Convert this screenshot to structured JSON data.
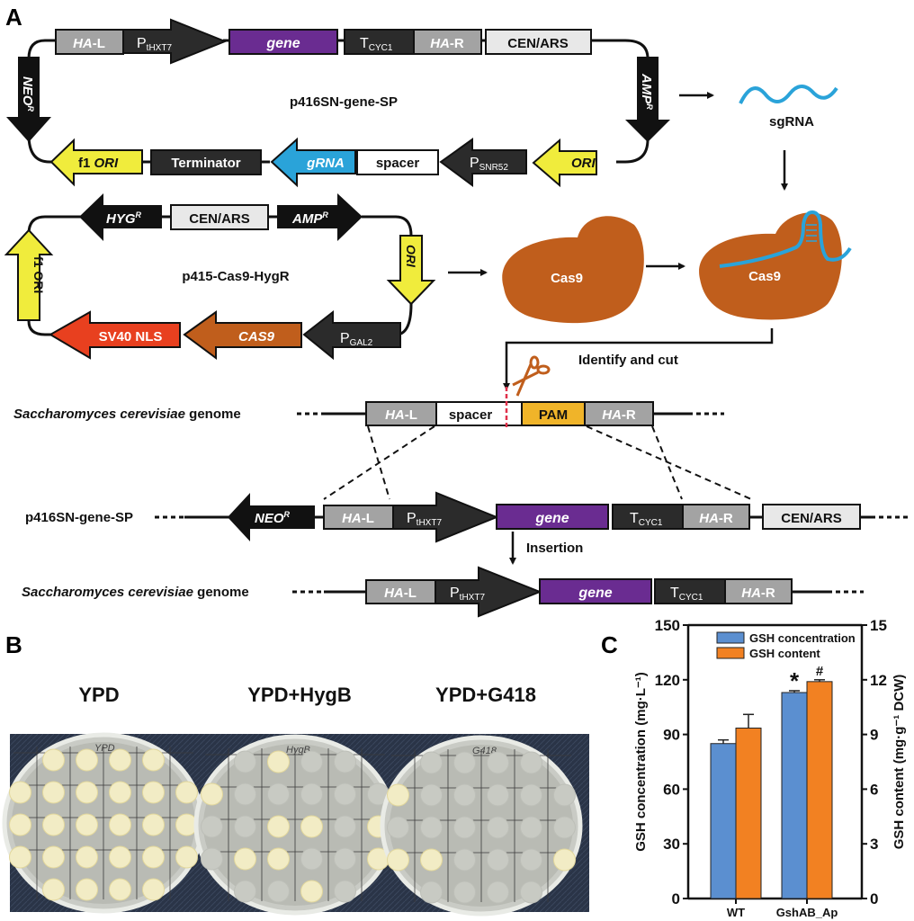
{
  "panel_labels": {
    "a": "A",
    "b": "B",
    "c": "C"
  },
  "colors": {
    "dark": "#2b2b2b",
    "black": "#111111",
    "gray": "#a3a3a3",
    "light_gray": "#e8e8e8",
    "purple": "#6a2c91",
    "yellow": "#f0ec3c",
    "blue": "#2aa3d9",
    "orange_brown": "#c05e1c",
    "red": "#e8401f",
    "pam": "#f0b429",
    "bar_blue": "#5b8fd0",
    "bar_orange": "#f28122"
  },
  "plasmid1": {
    "name": "p416SN-gene-SP",
    "top_row": [
      {
        "label": "HA",
        "suffix": "-L",
        "italic": true
      },
      {
        "label": "P",
        "sub": "tHXT7"
      },
      {
        "label": "gene",
        "italic": true
      },
      {
        "label": "T",
        "sub": "CYC1"
      },
      {
        "label": "HA",
        "suffix": "-R",
        "italic": true
      },
      {
        "label": "CEN/ARS"
      }
    ],
    "left": {
      "label": "NEO",
      "sup": "R"
    },
    "right": {
      "label": "AMP",
      "sup": "R"
    },
    "bottom_row": [
      {
        "label": "f1 ",
        "italic_part": "ORI"
      },
      {
        "label": "Terminator"
      },
      {
        "label": "gRNA",
        "italic": true
      },
      {
        "label": "spacer"
      },
      {
        "label": "P",
        "sub": "SNR52"
      },
      {
        "label": "ORI",
        "italic": true
      }
    ]
  },
  "plasmid2": {
    "name": "p415-Cas9-HygR",
    "top_row": [
      {
        "label": "HYG",
        "sup": "R"
      },
      {
        "label": "CEN/ARS"
      },
      {
        "label": "AMP",
        "sup": "R"
      }
    ],
    "left": {
      "label": "f1 ORI"
    },
    "right": {
      "label": "ORI"
    },
    "bottom_row": [
      {
        "label": "SV40 NLS"
      },
      {
        "label": "CAS9",
        "italic": true
      },
      {
        "label": "P",
        "sub": "GAL2"
      }
    ]
  },
  "sgrna_label": "sgRNA",
  "cas9_label": "Cas9",
  "cas9_complex_label": "Cas9",
  "identify_cut_label": "Identify and cut",
  "insertion_label": "Insertion",
  "genome": {
    "species": "Saccharomyces cerevisiae",
    "suffix": " genome",
    "target_blocks": [
      {
        "label": "HA",
        "suffix": "-L"
      },
      {
        "label": "spacer"
      },
      {
        "label": "PAM"
      },
      {
        "label": "HA",
        "suffix": "-R"
      }
    ]
  },
  "donor_row": {
    "name": "p416SN-gene-SP",
    "blocks": [
      {
        "label": "NEO",
        "sup": "R"
      },
      {
        "label": "HA",
        "suffix": "-L"
      },
      {
        "label": "P",
        "sub": "tHXT7"
      },
      {
        "label": "gene"
      },
      {
        "label": "T",
        "sub": "CYC1"
      },
      {
        "label": "HA",
        "suffix": "-R"
      },
      {
        "label": "CEN/ARS"
      }
    ]
  },
  "result_row": {
    "blocks": [
      {
        "label": "HA",
        "suffix": "-L"
      },
      {
        "label": "P",
        "sub": "tHXT7"
      },
      {
        "label": "gene"
      },
      {
        "label": "T",
        "sub": "CYC1"
      },
      {
        "label": "HA",
        "suffix": "-R"
      }
    ]
  },
  "plates": {
    "titles": [
      "YPD",
      "YPD+HygB",
      "YPD+G418"
    ],
    "handwritten": [
      "YPD",
      "HygB",
      "G418"
    ],
    "growth": [
      [
        1,
        1,
        1,
        1,
        1,
        1,
        1,
        1,
        1,
        1,
        1,
        1,
        1,
        1,
        1,
        1,
        1,
        1,
        1,
        1,
        1,
        1,
        1,
        1,
        1,
        1
      ],
      [
        0,
        1,
        0,
        0,
        1,
        0,
        0,
        0,
        0,
        0,
        0,
        0,
        1,
        1,
        0,
        1,
        0,
        1,
        1,
        0,
        0,
        1,
        0,
        0,
        1,
        0
      ],
      [
        0,
        0,
        0,
        0,
        1,
        0,
        0,
        0,
        0,
        0,
        0,
        0,
        0,
        0,
        0,
        0,
        1,
        1,
        0,
        0,
        0,
        1,
        0,
        0,
        0,
        0
      ]
    ]
  },
  "chart_data": {
    "type": "bar",
    "categories": [
      "WT",
      "GshAB_Ap"
    ],
    "series": [
      {
        "name": "GSH concentration",
        "axis": "left",
        "values": [
          85,
          113
        ],
        "errors": [
          2,
          1
        ]
      },
      {
        "name": "GSH content",
        "axis": "right",
        "values": [
          9.35,
          11.9
        ],
        "errors": [
          0.75,
          0.1
        ]
      }
    ],
    "significance": [
      {
        "category": "GshAB_Ap",
        "series": "GSH concentration",
        "mark": "*"
      },
      {
        "category": "GshAB_Ap",
        "series": "GSH content",
        "mark": "#"
      }
    ],
    "ylabel_left": "GSH concentration (mg·L⁻¹)",
    "ylabel_right": "GSH content (mg·g⁻¹ DCW)",
    "ylim_left": [
      0,
      150
    ],
    "ylim_right": [
      0,
      15
    ],
    "yticks_left": [
      "0",
      "30",
      "60",
      "90",
      "120",
      "150"
    ],
    "yticks_right": [
      "0",
      "3",
      "6",
      "9",
      "12",
      "15"
    ],
    "legend": [
      "GSH concentration",
      "GSH content"
    ],
    "legend_position": "top-right",
    "grid": false
  }
}
